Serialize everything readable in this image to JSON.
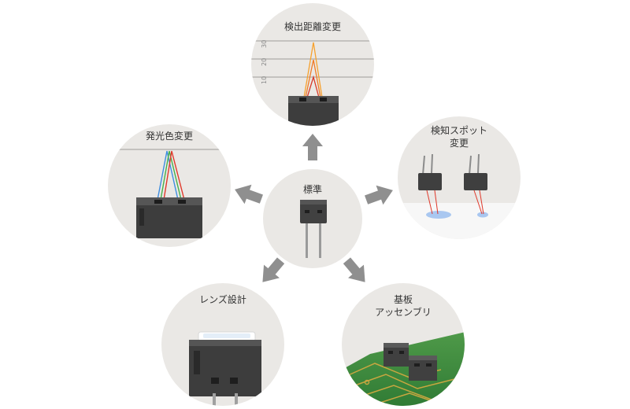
{
  "nodes": {
    "center": {
      "label": "標準"
    },
    "top": {
      "label": "検出距離変更",
      "scale_ticks": [
        "30",
        "20",
        "10"
      ]
    },
    "left": {
      "label": "発光色変更"
    },
    "right": {
      "label_line1": "検知スポット",
      "label_line2": "変更"
    },
    "bottom_left": {
      "label": "レンズ設計"
    },
    "bottom_right": {
      "label_line1": "基板",
      "label_line2": "アッセンブリ"
    }
  },
  "colors": {
    "circle_fill": "#eae8e5",
    "arrow": "#8f8f8f",
    "sensor_body": "#3f3f3f",
    "pcb_green": "#3f8a3f"
  }
}
